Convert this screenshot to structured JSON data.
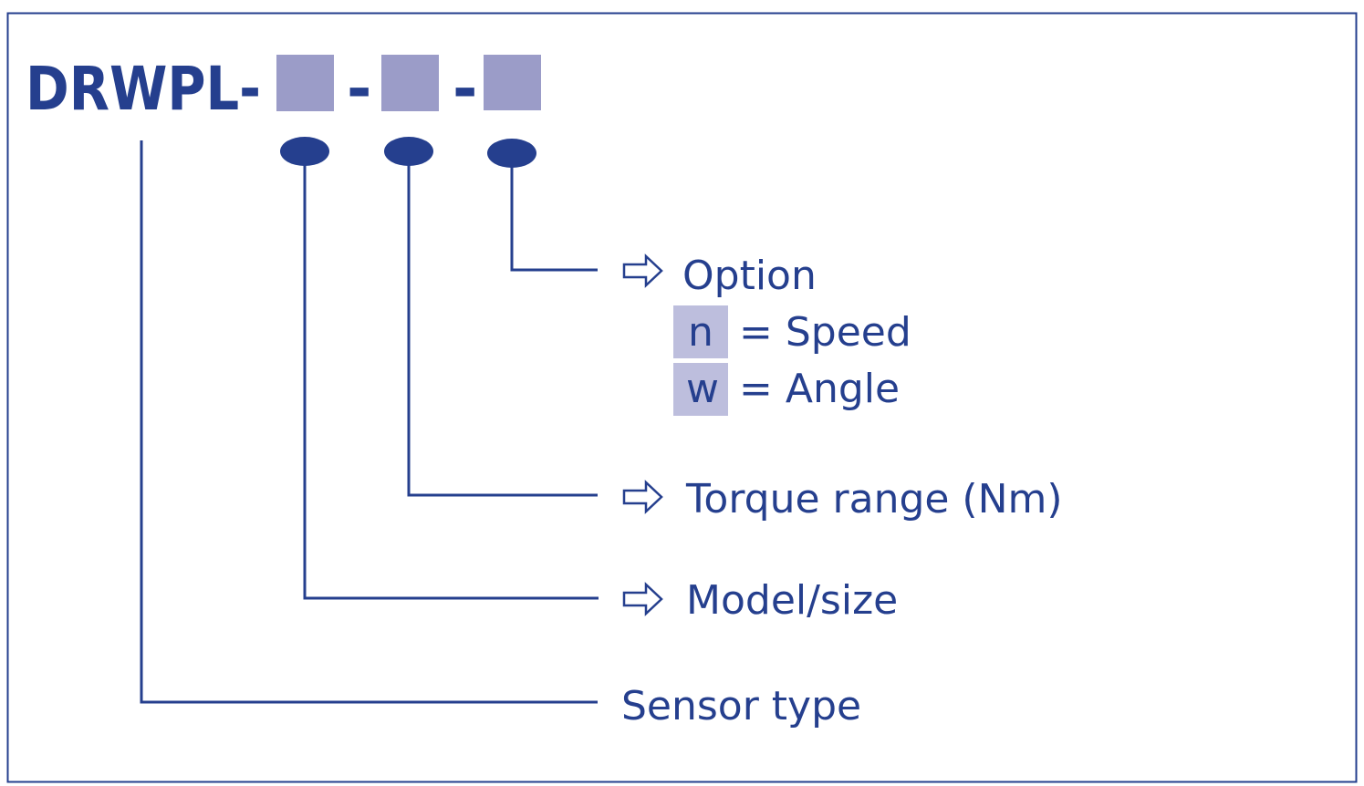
{
  "code": {
    "prefix": "DRWPL-",
    "separator": "-",
    "placeholder_count": 3
  },
  "fields": {
    "option": {
      "label": "Option",
      "choices": [
        {
          "code": "n",
          "text": "= Speed"
        },
        {
          "code": "w",
          "text": "= Angle"
        }
      ]
    },
    "torque": {
      "label": "Torque range (Nm)"
    },
    "model": {
      "label": "Model/size"
    },
    "sensor": {
      "label": "Sensor type"
    }
  },
  "colors": {
    "primary": "#253f8e",
    "placeholder": "#9b9cc8",
    "code_box": "#bdbedd"
  }
}
